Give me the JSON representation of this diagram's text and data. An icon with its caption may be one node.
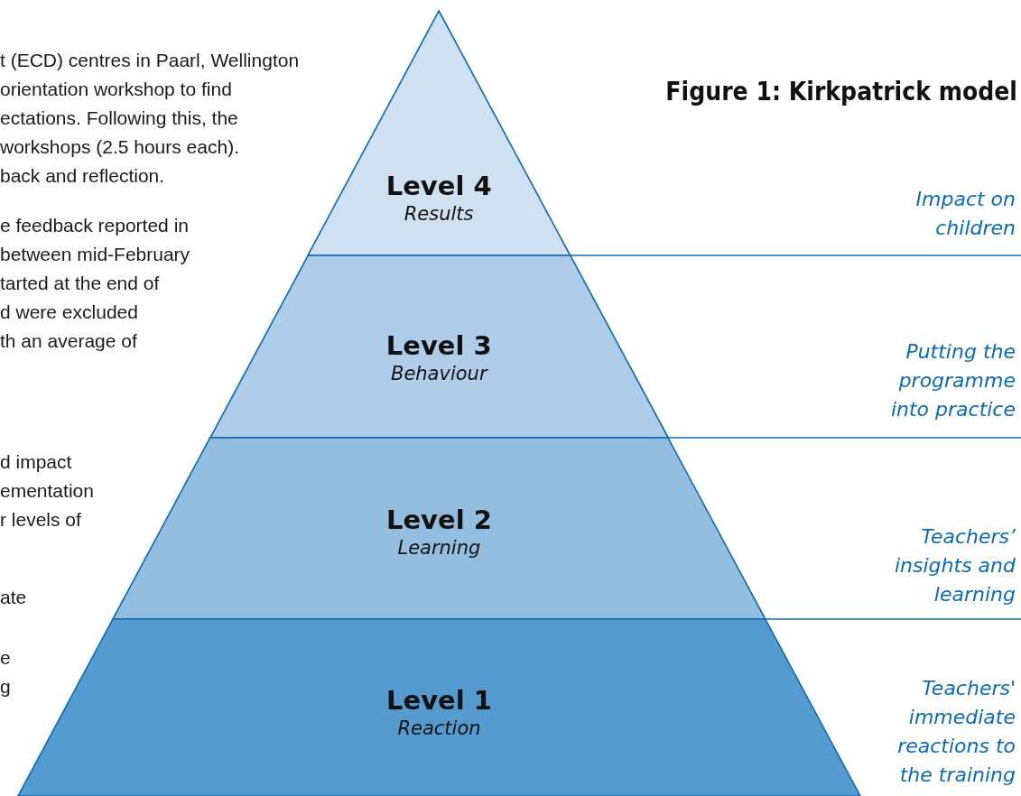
{
  "diagram": {
    "title": "Figure 1: Kirkpatrick model",
    "nodes": [
      {
        "text": [
          "Level 4",
          "Results"
        ]
      },
      {
        "text": [
          "Level 3",
          "Behaviour"
        ]
      },
      {
        "text": [
          "Level 2",
          "Learning"
        ]
      },
      {
        "text": [
          "Level 1",
          "Reaction"
        ]
      }
    ],
    "edges": [],
    "labels": [
      "t (ECD) centres in Paarl, Wellington",
      "orientation workshop to find",
      "ectations. Following this, the",
      "workshops (2.5 hours each).",
      "back and reflection.",
      "e feedback reported in",
      "between mid-February",
      "tarted at the end of",
      "d were excluded",
      "th an average of",
      "d impact",
      "ementation",
      "r levels of",
      "ate",
      "e",
      "g",
      "Impact on children",
      "Putting the programme into practice",
      "Teachers’ insights and learning",
      "Teachers' immediate reactions to the training"
    ]
  }
}
